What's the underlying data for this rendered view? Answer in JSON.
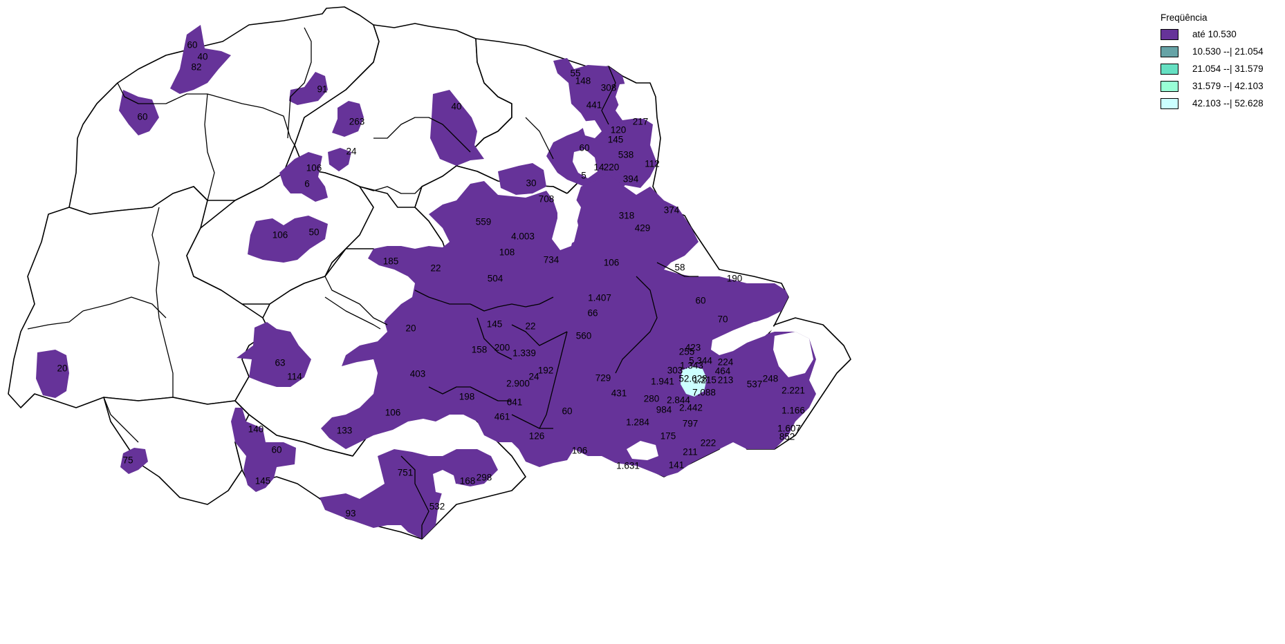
{
  "legend": {
    "title": "Freqüência",
    "classes": [
      {
        "label": "até 10.530",
        "color": "#663399"
      },
      {
        "label": "10.530 --| 21.054",
        "color": "#66a3a6"
      },
      {
        "label": "21.054 --| 31.579",
        "color": "#66e0c2"
      },
      {
        "label": "31.579 --| 42.103",
        "color": "#99ffd6"
      },
      {
        "label": "42.103 --| 52.628",
        "color": "#ccffff"
      }
    ]
  },
  "map": {
    "empty_color": "#ffffff",
    "labels": [
      {
        "text": "60"
      },
      {
        "text": "40"
      },
      {
        "text": "82"
      },
      {
        "text": "91"
      },
      {
        "text": "60"
      },
      {
        "text": "263"
      },
      {
        "text": "40"
      },
      {
        "text": "24"
      },
      {
        "text": "106"
      },
      {
        "text": "6"
      },
      {
        "text": "106"
      },
      {
        "text": "50"
      },
      {
        "text": "20"
      },
      {
        "text": "63"
      },
      {
        "text": "114"
      },
      {
        "text": "140"
      },
      {
        "text": "60"
      },
      {
        "text": "145"
      },
      {
        "text": "75"
      },
      {
        "text": "93"
      },
      {
        "text": "751"
      },
      {
        "text": "532"
      },
      {
        "text": "168"
      },
      {
        "text": "298"
      },
      {
        "text": "133"
      },
      {
        "text": "106"
      },
      {
        "text": "403"
      },
      {
        "text": "20"
      },
      {
        "text": "185"
      },
      {
        "text": "22"
      },
      {
        "text": "559"
      },
      {
        "text": "4.003"
      },
      {
        "text": "108"
      },
      {
        "text": "504"
      },
      {
        "text": "734"
      },
      {
        "text": "708"
      },
      {
        "text": "30"
      },
      {
        "text": "145"
      },
      {
        "text": "22"
      },
      {
        "text": "158"
      },
      {
        "text": "200"
      },
      {
        "text": "1.339"
      },
      {
        "text": "192"
      },
      {
        "text": "24"
      },
      {
        "text": "2.900"
      },
      {
        "text": "198"
      },
      {
        "text": "641"
      },
      {
        "text": "461"
      },
      {
        "text": "126"
      },
      {
        "text": "106"
      },
      {
        "text": "60"
      },
      {
        "text": "55"
      },
      {
        "text": "148"
      },
      {
        "text": "308"
      },
      {
        "text": "441"
      },
      {
        "text": "217"
      },
      {
        "text": "120"
      },
      {
        "text": "145"
      },
      {
        "text": "60"
      },
      {
        "text": "538"
      },
      {
        "text": "14"
      },
      {
        "text": "220"
      },
      {
        "text": "112"
      },
      {
        "text": "5"
      },
      {
        "text": "394"
      },
      {
        "text": "374"
      },
      {
        "text": "318"
      },
      {
        "text": "429"
      },
      {
        "text": "106"
      },
      {
        "text": "1.407"
      },
      {
        "text": "66"
      },
      {
        "text": "560"
      },
      {
        "text": "729"
      },
      {
        "text": "431"
      },
      {
        "text": "58"
      },
      {
        "text": "190"
      },
      {
        "text": "60"
      },
      {
        "text": "70"
      },
      {
        "text": "423"
      },
      {
        "text": "255"
      },
      {
        "text": "5.344"
      },
      {
        "text": "224"
      },
      {
        "text": "1.343"
      },
      {
        "text": "464"
      },
      {
        "text": "303"
      },
      {
        "text": "52.628"
      },
      {
        "text": "1.215"
      },
      {
        "text": "213"
      },
      {
        "text": "1.941"
      },
      {
        "text": "7.088"
      },
      {
        "text": "280"
      },
      {
        "text": "2.844"
      },
      {
        "text": "984"
      },
      {
        "text": "2.442"
      },
      {
        "text": "1.284"
      },
      {
        "text": "797"
      },
      {
        "text": "175"
      },
      {
        "text": "222"
      },
      {
        "text": "211"
      },
      {
        "text": "141"
      },
      {
        "text": "1.631"
      },
      {
        "text": "537"
      },
      {
        "text": "248"
      },
      {
        "text": "2.221"
      },
      {
        "text": "1.166"
      },
      {
        "text": "1.607"
      },
      {
        "text": "852"
      }
    ]
  }
}
